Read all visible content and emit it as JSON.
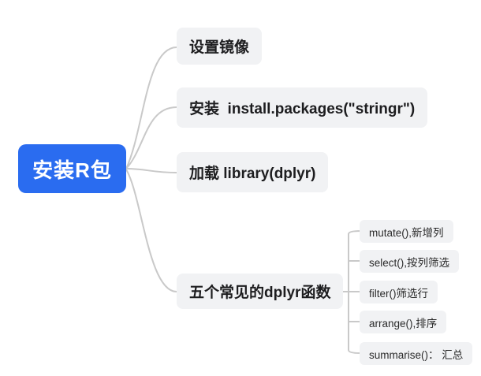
{
  "mindmap": {
    "root": {
      "label": "安装R包",
      "background_color": "#2a6cf0",
      "text_color": "#ffffff"
    },
    "branches": [
      {
        "label": "设置镜像"
      },
      {
        "label": "安装  install.packages(\"stringr\")"
      },
      {
        "label": "加载 library(dplyr)"
      },
      {
        "label": "五个常见的dplyr函数",
        "children": [
          {
            "label": "mutate(),新增列"
          },
          {
            "label": "select(),按列筛选"
          },
          {
            "label": "filter()筛选行"
          },
          {
            "label": "arrange(),排序"
          },
          {
            "label": "summarise()： 汇总"
          }
        ]
      }
    ],
    "colors": {
      "node_background": "#f1f2f4",
      "edge": "#c9c9c9",
      "branch_text": "#1d1d1f",
      "child_text": "#2b2b2b"
    }
  }
}
